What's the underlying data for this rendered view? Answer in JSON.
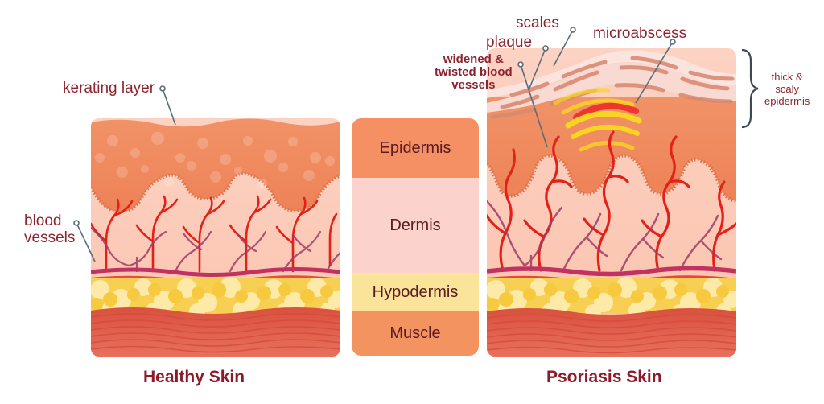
{
  "figure": {
    "type": "medical-illustration",
    "subject": "Comparison of healthy skin and psoriasis skin cross-sections"
  },
  "panels": {
    "healthy": {
      "title": "Healthy Skin"
    },
    "psoriasis": {
      "title": "Psoriasis Skin"
    }
  },
  "legend": {
    "layers": [
      {
        "label": "Epidermis",
        "color": "#F59065"
      },
      {
        "label": "Dermis",
        "color": "#FBD3CC"
      },
      {
        "label": "Hypodermis",
        "color": "#FAE49A"
      },
      {
        "label": "Muscle",
        "color": "#F3935F"
      }
    ]
  },
  "annotations": {
    "kerating_layer": "kerating layer",
    "blood_vessels": "blood\nvessels",
    "scales": "scales",
    "plaque": "plaque",
    "widened_twisted_blood_vessels": "widened &\ntwisted blood\nvessels",
    "microabscess": "microabscess",
    "thick_scaly_epidermis": "thick &\nscaly\nepidermis"
  },
  "colors": {
    "background": "#FFFFFF",
    "title_text": "#8C1A28",
    "annotation_text": "#8C2430",
    "legend_text": "#5A1A22",
    "epidermis": "#F08A5F",
    "epidermis_deep": "#EF8259",
    "dermis": "#FBC5B0",
    "dermis_light": "#FCD2C3",
    "hypodermis_fat": "#F7CF52",
    "hypodermis_fat_light": "#FDEAA8",
    "muscle": "#E05A48",
    "muscle_stripe": "#D4493A",
    "vessel_red": "#E32119",
    "vessel_purple": "#A03A63",
    "basement_membrane": "#C0325F",
    "scale_flake": "#F8DAD2",
    "scale_flake_edge": "#D98A74",
    "microabscess_yellow": "#F9D423",
    "microabscess_red": "#EE2B28",
    "leader_line": "#5A6B7A"
  },
  "icons": {
    "leader_dot": "leader-dot-icon",
    "brace": "curly-brace-icon"
  }
}
